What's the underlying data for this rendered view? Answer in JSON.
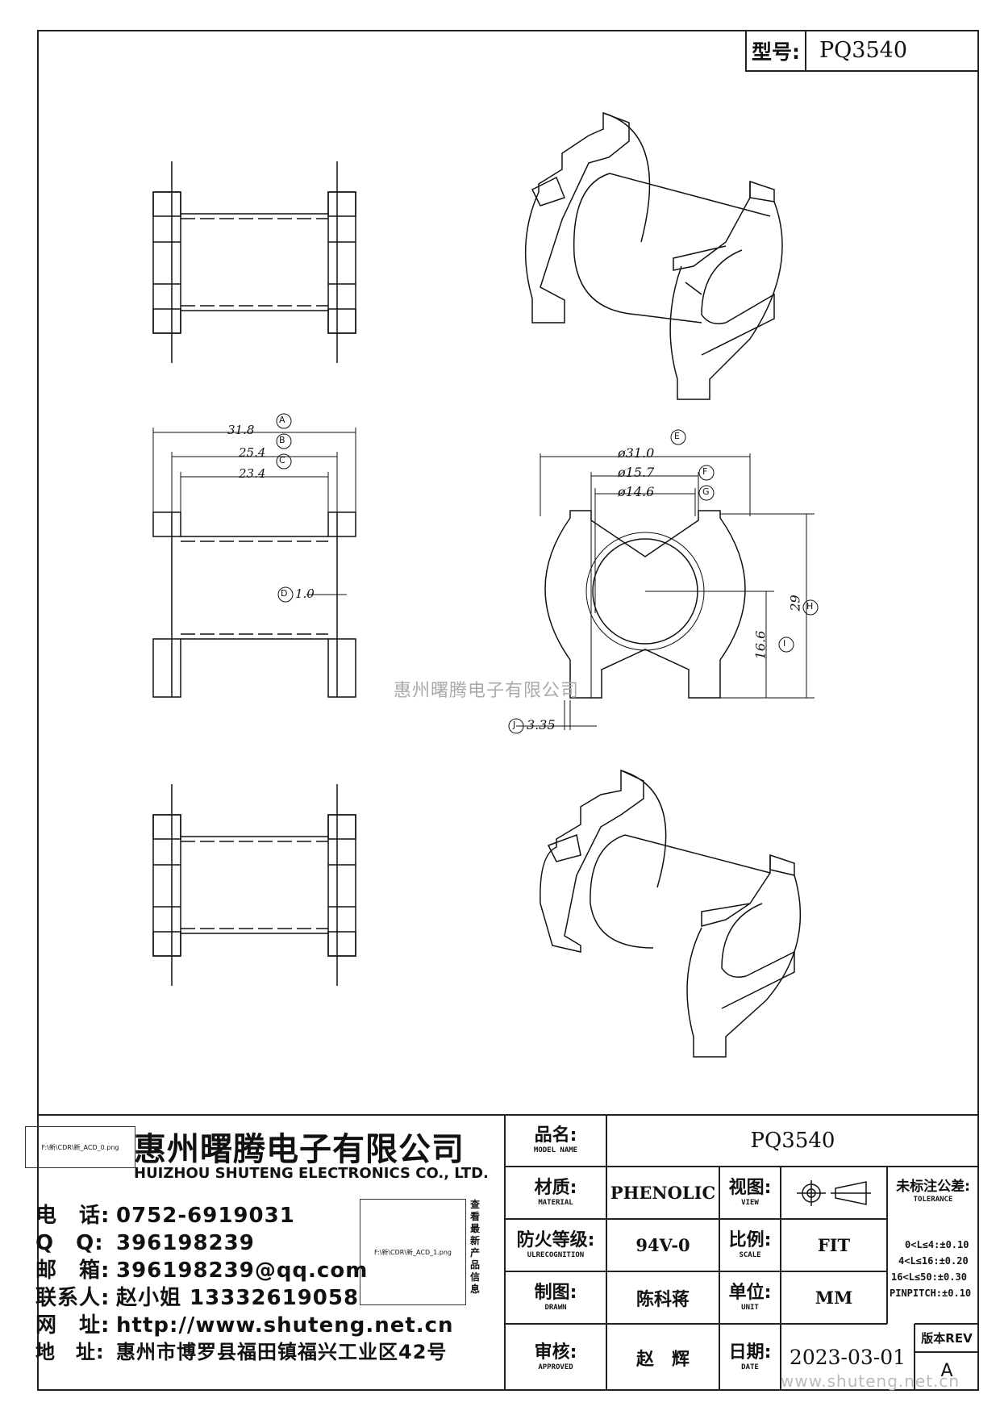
{
  "model_box": {
    "label": "型号:",
    "value": "PQ3540"
  },
  "dimensions": {
    "A": {
      "tag": "A",
      "value": "31.8"
    },
    "B": {
      "tag": "B",
      "value": "25.4"
    },
    "C": {
      "tag": "C",
      "value": "23.4"
    },
    "D": {
      "tag": "D",
      "value": "1.0"
    },
    "E": {
      "tag": "E",
      "value": "ø31.0"
    },
    "F": {
      "tag": "F",
      "value": "ø15.7"
    },
    "G": {
      "tag": "G",
      "value": "ø14.6"
    },
    "H": {
      "tag": "H",
      "value": "29"
    },
    "I": {
      "tag": "I",
      "value": "16.6"
    },
    "J": {
      "tag": "J",
      "value": "3.35"
    }
  },
  "watermark_center": "惠州曙腾电子有限公司",
  "watermark_footer": "www.shuteng.net.cn",
  "company": {
    "qr1_caption": "F:\\新\\CDR\\新_ACD_0.png",
    "qr2_caption": "F:\\新\\CDR\\新_ACD_1.png",
    "name_cn": "惠州曙腾电子有限公司",
    "name_en": "HUIZHOU SHUTENG ELECTRONICS CO., LTD.",
    "side_note": "查看最新产品信息",
    "contacts": [
      {
        "key": "电　话:",
        "value": "0752-6919031"
      },
      {
        "key": "Q　Q:",
        "value": "396198239"
      },
      {
        "key": "邮　箱:",
        "value": "396198239@qq.com"
      },
      {
        "key": "联系人:",
        "value": "赵小姐 13332619058"
      },
      {
        "key": "网　址:",
        "value": "http://www.shuteng.net.cn"
      },
      {
        "key": "地　址:",
        "value": "惠州市博罗县福田镇福兴工业区42号"
      }
    ]
  },
  "title_block": {
    "model_name": {
      "cn": "品名:",
      "en": "MODEL NAME",
      "value": "PQ3540"
    },
    "material": {
      "cn": "材质:",
      "en": "MATERIAL",
      "value": "PHENOLIC"
    },
    "view": {
      "cn": "视图:",
      "en": "VIEW"
    },
    "flame": {
      "cn": "防火等级:",
      "en": "ULRECOGNITION",
      "value": "94V-0"
    },
    "scale": {
      "cn": "比例:",
      "en": "SCALE",
      "value": "FIT"
    },
    "drawn": {
      "cn": "制图:",
      "en": "DRAWN",
      "value": "陈科蒋"
    },
    "unit": {
      "cn": "单位:",
      "en": "UNIT",
      "value": "MM"
    },
    "approved": {
      "cn": "审核:",
      "en": "APPROVED",
      "value": "赵　辉"
    },
    "date": {
      "cn": "日期:",
      "en": "DATE",
      "value": "2023-03-01"
    },
    "rev": {
      "label": "版本REV",
      "value": "A"
    },
    "tolerance": {
      "cn": "未标注公差:",
      "en": "TOLERANCE",
      "rows": [
        "0<L≤4:±0.10",
        "4<L≤16:±0.20",
        "16<L≤50:±0.30",
        "PINPITCH:±0.10"
      ]
    }
  }
}
